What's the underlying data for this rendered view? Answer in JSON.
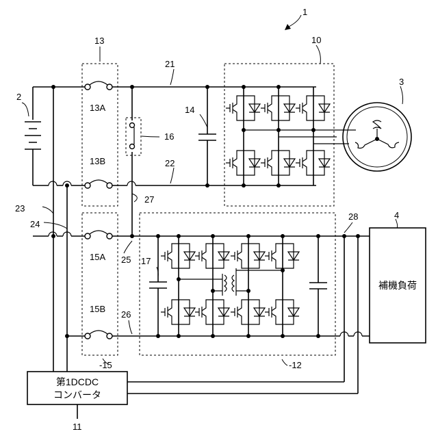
{
  "labels": {
    "system": "1",
    "battery": "2",
    "motor": "3",
    "aux_load_ref": "4",
    "inverter": "10",
    "dcdc1_ref": "11",
    "dcdc2": "12",
    "relay13": "13",
    "relay13a": "13A",
    "relay13b": "13B",
    "capacitor14": "14",
    "relay15": "15",
    "relay15_display": "-15",
    "relay15a": "15A",
    "relay15b": "15B",
    "switch16": "16",
    "capacitor17": "17",
    "line21": "21",
    "line22": "22",
    "line23": "23",
    "line24": "24",
    "line25": "25",
    "line26": "26",
    "line27": "27",
    "line28": "28",
    "dcdc2_display": "-12"
  },
  "blocks": {
    "aux_load": "補機負荷",
    "dcdc1_line1": "第1DCDC",
    "dcdc1_line2": "コンバータ"
  }
}
